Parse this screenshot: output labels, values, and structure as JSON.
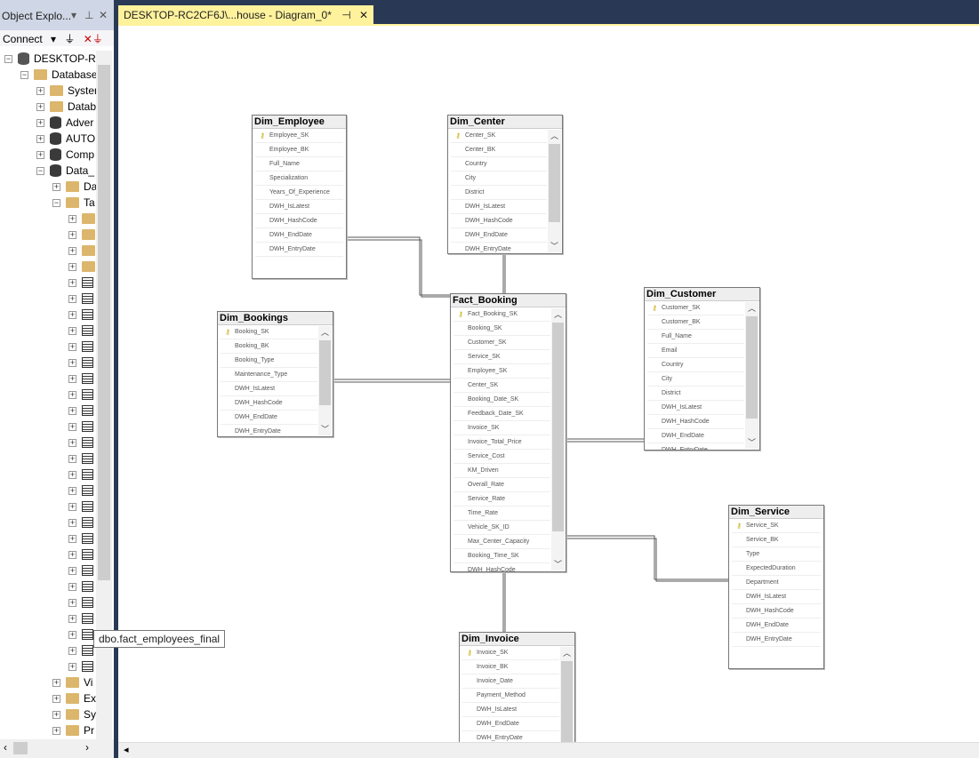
{
  "object_explorer": {
    "title": "Object Explo...",
    "connect_label": "Connect",
    "tree": [
      {
        "label": "DESKTOP-RC",
        "level": 0,
        "icon": "server",
        "exp": "-"
      },
      {
        "label": "Database",
        "level": 1,
        "icon": "folder",
        "exp": "-"
      },
      {
        "label": "Systen",
        "level": 2,
        "icon": "folder",
        "exp": "+"
      },
      {
        "label": "Datab",
        "level": 2,
        "icon": "folder",
        "exp": "+"
      },
      {
        "label": "Adver",
        "level": 2,
        "icon": "db",
        "exp": "+"
      },
      {
        "label": "AUTO",
        "level": 2,
        "icon": "db",
        "exp": "+"
      },
      {
        "label": "Comp",
        "level": 2,
        "icon": "db",
        "exp": "+"
      },
      {
        "label": "Data_",
        "level": 2,
        "icon": "db",
        "exp": "-"
      },
      {
        "label": "Da",
        "level": 3,
        "icon": "folder",
        "exp": "+"
      },
      {
        "label": "Ta",
        "level": 3,
        "icon": "folder",
        "exp": "-"
      },
      {
        "label": "",
        "level": 4,
        "icon": "folder",
        "exp": "+"
      },
      {
        "label": "",
        "level": 4,
        "icon": "folder",
        "exp": "+"
      },
      {
        "label": "",
        "level": 4,
        "icon": "folder",
        "exp": "+"
      },
      {
        "label": "",
        "level": 4,
        "icon": "folder",
        "exp": "+"
      },
      {
        "label": "",
        "level": 4,
        "icon": "table",
        "exp": "+"
      },
      {
        "label": "",
        "level": 4,
        "icon": "table",
        "exp": "+"
      },
      {
        "label": "",
        "level": 4,
        "icon": "table",
        "exp": "+"
      },
      {
        "label": "",
        "level": 4,
        "icon": "table",
        "exp": "+"
      },
      {
        "label": "",
        "level": 4,
        "icon": "table",
        "exp": "+"
      },
      {
        "label": "",
        "level": 4,
        "icon": "table",
        "exp": "+"
      },
      {
        "label": "",
        "level": 4,
        "icon": "table",
        "exp": "+"
      },
      {
        "label": "",
        "level": 4,
        "icon": "table",
        "exp": "+"
      },
      {
        "label": "",
        "level": 4,
        "icon": "table",
        "exp": "+"
      },
      {
        "label": "",
        "level": 4,
        "icon": "table",
        "exp": "+"
      },
      {
        "label": "",
        "level": 4,
        "icon": "table",
        "exp": "+"
      },
      {
        "label": "",
        "level": 4,
        "icon": "table",
        "exp": "+"
      },
      {
        "label": "",
        "level": 4,
        "icon": "table",
        "exp": "+"
      },
      {
        "label": "",
        "level": 4,
        "icon": "table",
        "exp": "+"
      },
      {
        "label": "",
        "level": 4,
        "icon": "table",
        "exp": "+"
      },
      {
        "label": "",
        "level": 4,
        "icon": "table",
        "exp": "+"
      },
      {
        "label": "",
        "level": 4,
        "icon": "table",
        "exp": "+"
      },
      {
        "label": "",
        "level": 4,
        "icon": "table",
        "exp": "+"
      },
      {
        "label": "",
        "level": 4,
        "icon": "table",
        "exp": "+"
      },
      {
        "label": "",
        "level": 4,
        "icon": "table",
        "exp": "+"
      },
      {
        "label": "",
        "level": 4,
        "icon": "table",
        "exp": "+"
      },
      {
        "label": "",
        "level": 4,
        "icon": "table",
        "exp": "+"
      },
      {
        "label": "",
        "level": 4,
        "icon": "table",
        "exp": "+"
      },
      {
        "label": "",
        "level": 4,
        "icon": "table",
        "exp": "+"
      },
      {
        "label": "",
        "level": 4,
        "icon": "table",
        "exp": "+"
      },
      {
        "label": "Vi",
        "level": 3,
        "icon": "folder",
        "exp": "+"
      },
      {
        "label": "Ex",
        "level": 3,
        "icon": "folder",
        "exp": "+"
      },
      {
        "label": "Sy",
        "level": 3,
        "icon": "folder",
        "exp": "+"
      },
      {
        "label": "Pr",
        "level": 3,
        "icon": "folder",
        "exp": "+"
      }
    ],
    "tooltip": "dbo.fact_employees_final"
  },
  "tab": {
    "title": "DESKTOP-RC2CF6J\\...house - Diagram_0*"
  },
  "tables": [
    {
      "name": "Dim_Employee",
      "scroll": false,
      "columns": [
        "Employee_SK",
        "Employee_BK",
        "Full_Name",
        "Specialization",
        "Years_Of_Experience",
        "DWH_IsLatest",
        "DWH_HashCode",
        "DWH_EndDate",
        "DWH_EntryDate"
      ]
    },
    {
      "name": "Dim_Center",
      "scroll": true,
      "columns": [
        "Center_SK",
        "Center_BK",
        "Country",
        "City",
        "District",
        "DWH_IsLatest",
        "DWH_HashCode",
        "DWH_EndDate",
        "DWH_EntryDate"
      ]
    },
    {
      "name": "Dim_Bookings",
      "scroll": true,
      "columns": [
        "Booking_SK",
        "Booking_BK",
        "Booking_Type",
        "Maintenance_Type",
        "DWH_IsLatest",
        "DWH_HashCode",
        "DWH_EndDate",
        "DWH_EntryDate"
      ]
    },
    {
      "name": "Fact_Booking",
      "scroll": true,
      "columns": [
        "Fact_Booking_SK",
        "Booking_SK",
        "Customer_SK",
        "Service_SK",
        "Employee_SK",
        "Center_SK",
        "Booking_Date_SK",
        "Feedback_Date_SK",
        "Invoice_SK",
        "Invoice_Total_Price",
        "Service_Cost",
        "KM_Driven",
        "Overall_Rate",
        "Service_Rate",
        "Time_Rate",
        "Vehicle_SK_ID",
        "Max_Center_Capacity",
        "Booking_Time_SK",
        "DWH_HashCode"
      ]
    },
    {
      "name": "Dim_Customer",
      "scroll": true,
      "columns": [
        "Customer_SK",
        "Customer_BK",
        "Full_Name",
        "Email",
        "Country",
        "City",
        "District",
        "DWH_IsLatest",
        "DWH_HashCode",
        "DWH_EndDate",
        "DWH_EntryDate"
      ]
    },
    {
      "name": "Dim_Service",
      "scroll": false,
      "columns": [
        "Service_SK",
        "Service_BK",
        "Type",
        "ExpectedDuration",
        "Department",
        "DWH_IsLatest",
        "DWH_HashCode",
        "DWH_EndDate",
        "DWH_EntryDate"
      ]
    },
    {
      "name": "Dim_Invoice",
      "scroll": true,
      "columns": [
        "Invoice_SK",
        "Invoice_BK",
        "Invoice_Date",
        "Payment_Method",
        "DWH_IsLatest",
        "DWH_EndDate",
        "DWH_EntryDate"
      ]
    }
  ]
}
